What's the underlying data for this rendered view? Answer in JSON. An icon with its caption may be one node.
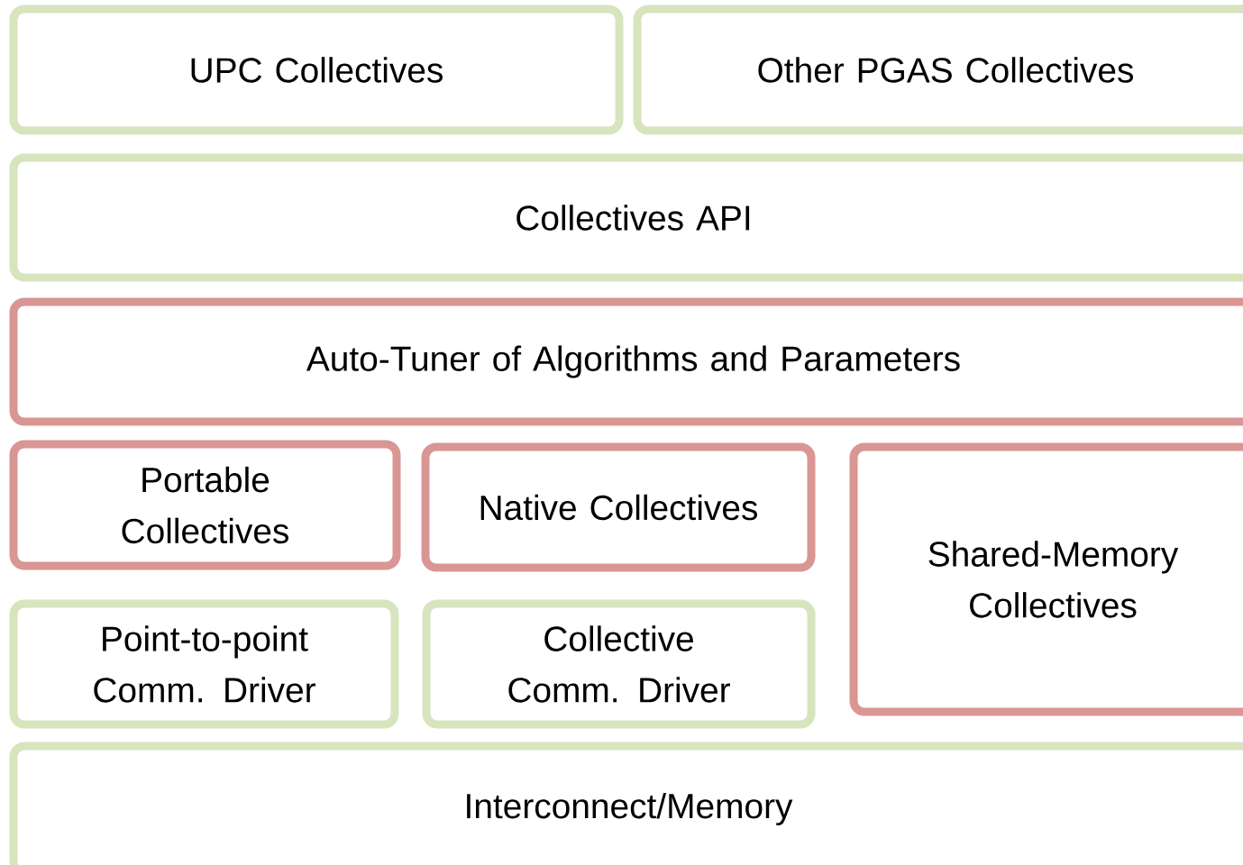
{
  "diagram": {
    "nodes": [
      {
        "text": [
          "UPC Collectives"
        ]
      },
      {
        "text": [
          "Other PGAS Collectives"
        ]
      },
      {
        "text": [
          "Collectives API"
        ]
      },
      {
        "text": [
          "Auto-Tuner of Algorithms and Parameters"
        ]
      },
      {
        "text": [
          "Portable Collectives"
        ]
      },
      {
        "text": [
          "Native Collectives"
        ]
      },
      {
        "text": [
          "Shared-Memory Collectives"
        ]
      },
      {
        "text": [
          "Point-to-point Comm. Driver"
        ]
      },
      {
        "text": [
          "Collective Comm. Driver"
        ]
      },
      {
        "text": [
          "Interconnect/Memory"
        ]
      }
    ]
  }
}
